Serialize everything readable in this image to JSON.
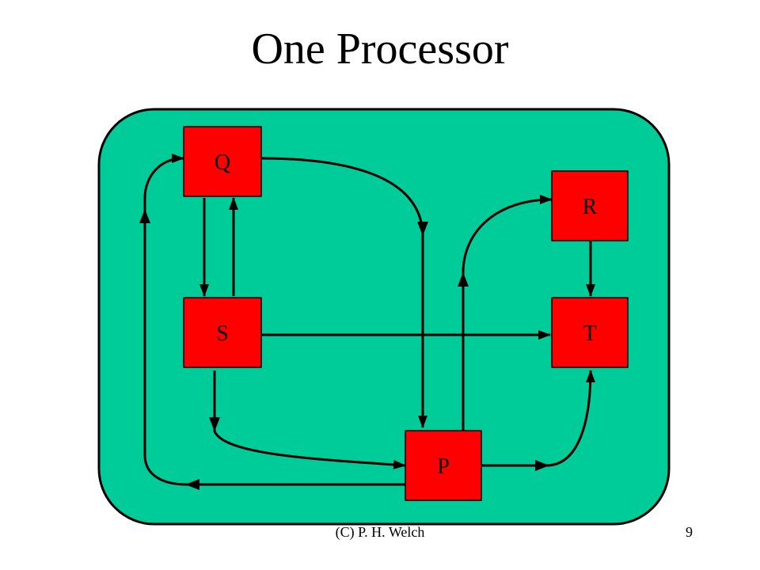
{
  "slide": {
    "title": "One Processor",
    "footer_left": "(C) P. H. Welch",
    "page_number": "9"
  },
  "colors": {
    "processor_fill": "#00cc99",
    "node_fill": "#ff0000",
    "stroke": "#000000"
  },
  "nodes": {
    "q": "Q",
    "r": "R",
    "s": "S",
    "t": "T",
    "p": "P"
  }
}
